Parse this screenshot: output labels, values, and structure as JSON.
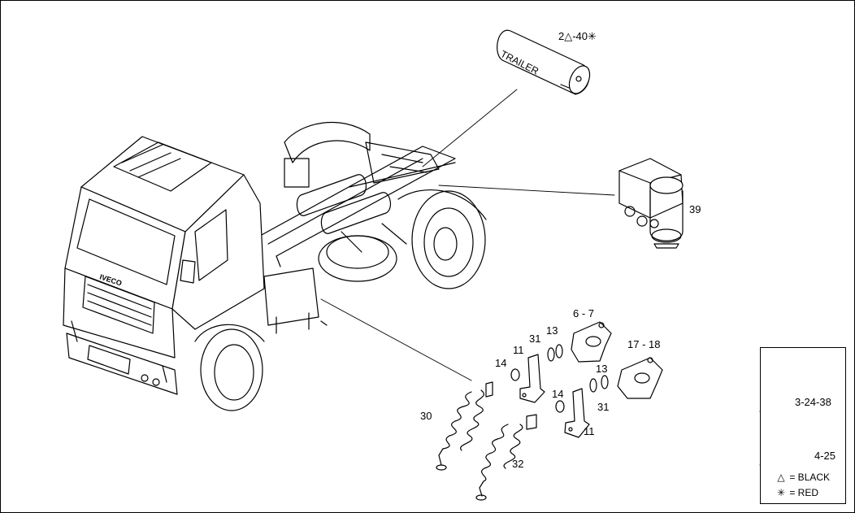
{
  "callouts": {
    "tank": "2△-40✳",
    "valve": "39",
    "head_6_7": "6 - 7",
    "head_17_18": "17 - 18",
    "n31_top": "31",
    "n13_top": "13",
    "n11_top": "11",
    "n14_top": "14",
    "n13_mid": "13",
    "n14_mid": "14",
    "n31_mid": "31",
    "n11_mid": "11",
    "n30": "30",
    "n32": "32"
  },
  "tank_text": "TRAILER",
  "truck_badge": "IVECO",
  "inset": {
    "part_a": "3-24-38",
    "part_b": "4-25"
  },
  "legend": {
    "black_symbol": "△",
    "black_label": "= BLACK",
    "red_symbol": "✳",
    "red_label": "= RED"
  }
}
